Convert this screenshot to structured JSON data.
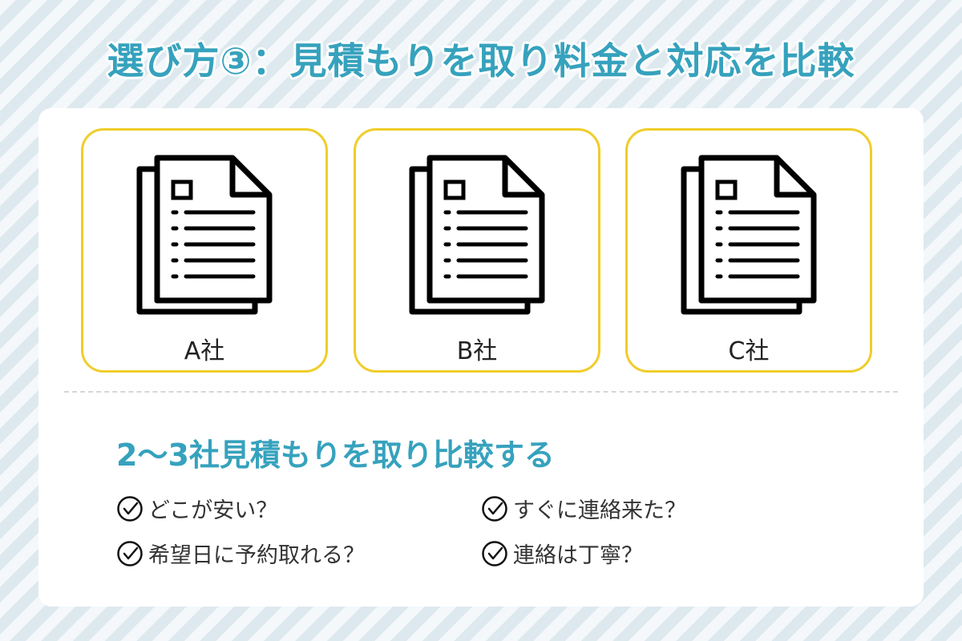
{
  "title": "選び方③：見積もりを取り料金と対応を比較",
  "companies": [
    {
      "label": "A社",
      "icon": "document-stack-icon"
    },
    {
      "label": "B社",
      "icon": "document-stack-icon"
    },
    {
      "label": "C社",
      "icon": "document-stack-icon"
    }
  ],
  "subtitle": "2〜3社見積もりを取り比較する",
  "checklist": [
    "どこが安い？",
    "希望日に予約取れる？",
    "すぐに連絡来た？",
    "連絡は丁寧？"
  ],
  "colors": {
    "accent": "#36a2bd",
    "card_border": "#f0cd2a"
  }
}
